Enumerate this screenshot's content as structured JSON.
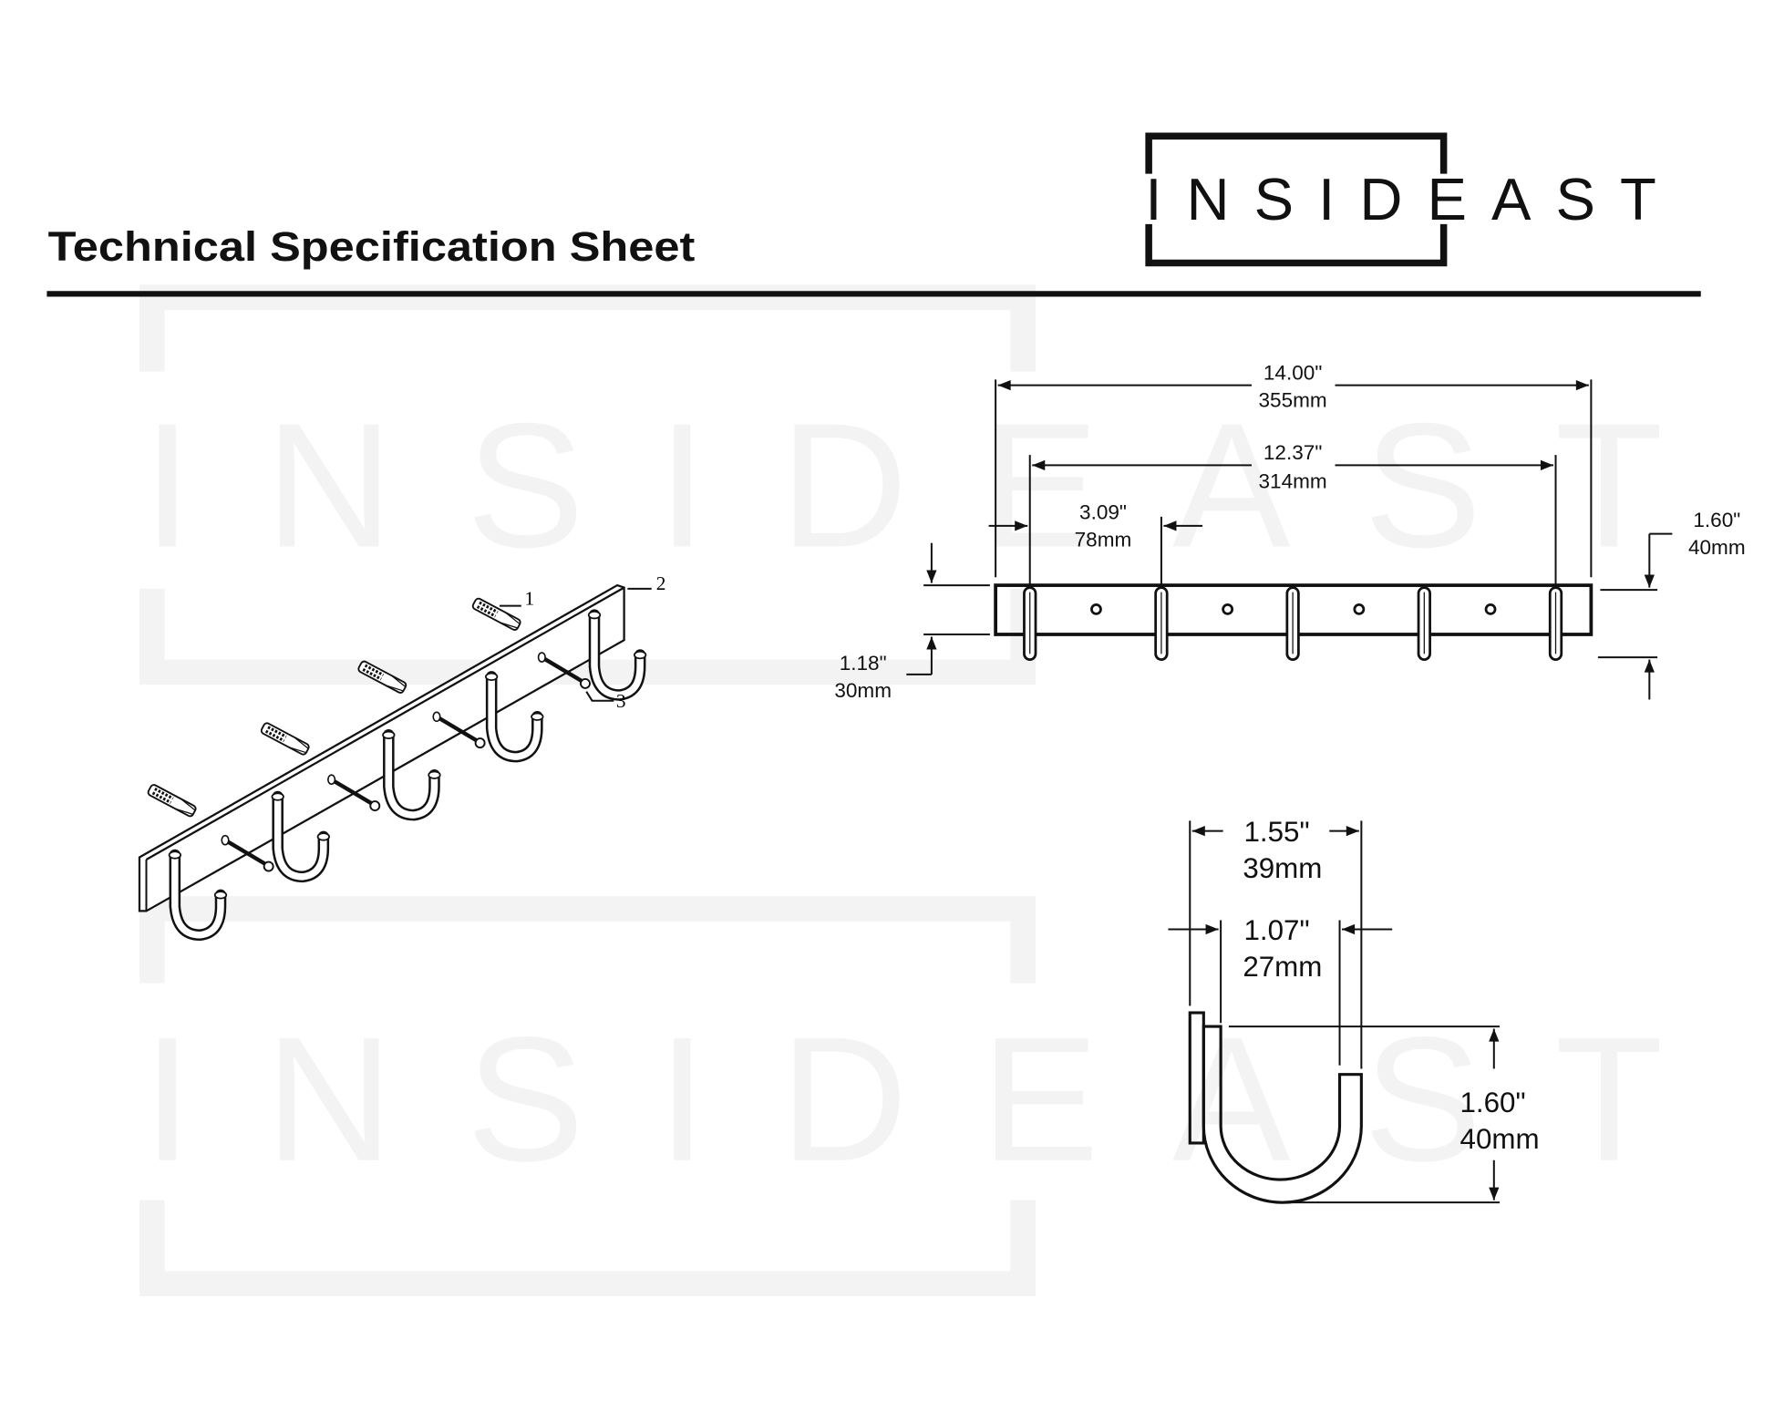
{
  "header": {
    "title": "Technical Specification Sheet",
    "brand_logo": "INSIDEAST"
  },
  "watermark": "INSIDEAST",
  "exploded_view": {
    "part_labels": [
      "1",
      "2",
      "3"
    ]
  },
  "front_view": {
    "overall_length": {
      "inch": "14.00\"",
      "mm": "355mm"
    },
    "hook_span": {
      "inch": "12.37\"",
      "mm": "314mm"
    },
    "hook_spacing": {
      "inch": "3.09\"",
      "mm": "78mm"
    },
    "board_height": {
      "inch": "1.18\"",
      "mm": "30mm"
    },
    "hook_height": {
      "inch": "1.60\"",
      "mm": "40mm"
    }
  },
  "side_view": {
    "hook_depth_outer": {
      "inch": "1.55\"",
      "mm": "39mm"
    },
    "hook_depth_inner": {
      "inch": "1.07\"",
      "mm": "27mm"
    },
    "hook_drop": {
      "inch": "1.60\"",
      "mm": "40mm"
    }
  },
  "colors": {
    "ink": "#111111",
    "watermark": "#f3f3f3"
  }
}
